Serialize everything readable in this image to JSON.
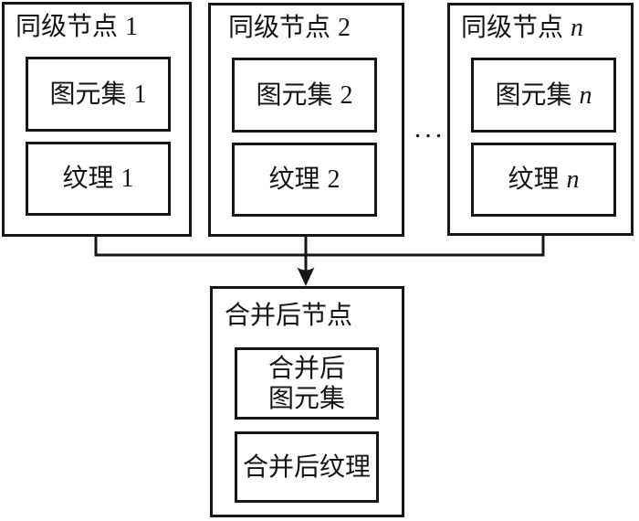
{
  "diagram": {
    "nodes": [
      {
        "title": {
          "prefix": "同级节点",
          "suffix": "1"
        },
        "primitive_set": {
          "prefix": "图元集",
          "suffix": "1"
        },
        "texture": {
          "prefix": "纹理",
          "suffix": "1"
        }
      },
      {
        "title": {
          "prefix": "同级节点",
          "suffix": "2"
        },
        "primitive_set": {
          "prefix": "图元集",
          "suffix": "2"
        },
        "texture": {
          "prefix": "纹理",
          "suffix": "2"
        }
      },
      {
        "title": {
          "prefix": "同级节点",
          "suffix": "n"
        },
        "primitive_set": {
          "prefix": "图元集",
          "suffix": "n"
        },
        "texture": {
          "prefix": "纹理",
          "suffix": "n"
        }
      }
    ],
    "ellipsis": "...",
    "merged_node": {
      "title": "合并后节点",
      "primitive_set_line1": "合并后",
      "primitive_set_line2": "图元集",
      "texture": "合并后纹理"
    },
    "colors": {
      "line": "#161616",
      "background": "#ffffff"
    }
  }
}
